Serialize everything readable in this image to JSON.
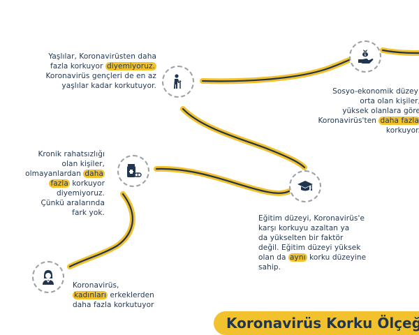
{
  "colors": {
    "accent": "#f2c12e",
    "ink": "#1f3550",
    "dash": "#9aa0a6"
  },
  "nodes": {
    "elderly": {
      "icon": "elderly-person-with-cane-icon",
      "lines": [
        [
          {
            "t": "Yaşlılar, Koronavirüsten daha"
          }
        ],
        [
          {
            "t": "fazla korkuyor "
          },
          {
            "t": "diyemiyoruz.",
            "h": true
          }
        ],
        [
          {
            "t": "Koronavirüs gençleri de en az"
          }
        ],
        [
          {
            "t": "yaşlılar kadar korkutuyor."
          }
        ]
      ]
    },
    "socio": {
      "icon": "hand-holding-money-bag-icon",
      "lines": [
        [
          {
            "t": "Sosyo-ekonomik düzeyi"
          }
        ],
        [
          {
            "t": "orta olan kişiler,"
          }
        ],
        [
          {
            "t": "yüksek olanlara göre"
          }
        ],
        [
          {
            "t": "Koronavirüs'ten "
          },
          {
            "t": "daha fazla",
            "h": true
          }
        ],
        [
          {
            "t": "korkuyor."
          }
        ]
      ]
    },
    "chronic": {
      "icon": "medicine-bottle-and-pills-icon",
      "lines": [
        [
          {
            "t": "Kronik rahatsızlığı"
          }
        ],
        [
          {
            "t": "olan kişiler,"
          }
        ],
        [
          {
            "t": "olmayanlardan "
          },
          {
            "t": "daha",
            "h": true
          }
        ],
        [
          {
            "t": "fazla",
            "h": true
          },
          {
            "t": " korkuyor"
          }
        ],
        [
          {
            "t": "diyemiyoruz."
          }
        ],
        [
          {
            "t": "Çünkü aralarında"
          }
        ],
        [
          {
            "t": "fark yok."
          }
        ]
      ]
    },
    "education": {
      "icon": "graduation-cap-icon",
      "lines": [
        [
          {
            "t": "Eğitim düzeyi, Koronavirüs'e"
          }
        ],
        [
          {
            "t": "karşı korkuyu azaltan ya"
          }
        ],
        [
          {
            "t": "da yükselten bir faktör"
          }
        ],
        [
          {
            "t": "değil. Eğitim düzeyi yüksek"
          }
        ],
        [
          {
            "t": "olan da "
          },
          {
            "t": "aynı",
            "h": true
          },
          {
            "t": " korku düzeyine"
          }
        ],
        [
          {
            "t": "sahip."
          }
        ]
      ]
    },
    "women": {
      "icon": "woman-with-headset-icon",
      "lines": [
        [
          {
            "t": "Koronavirüs,"
          }
        ],
        [
          {
            "t": "kadınları",
            "h": true
          },
          {
            "t": " erkeklerden"
          }
        ],
        [
          {
            "t": "daha fazla korkutuyor"
          }
        ]
      ]
    }
  },
  "banner": {
    "title": "Koronavirüs Korku Ölçeği"
  }
}
